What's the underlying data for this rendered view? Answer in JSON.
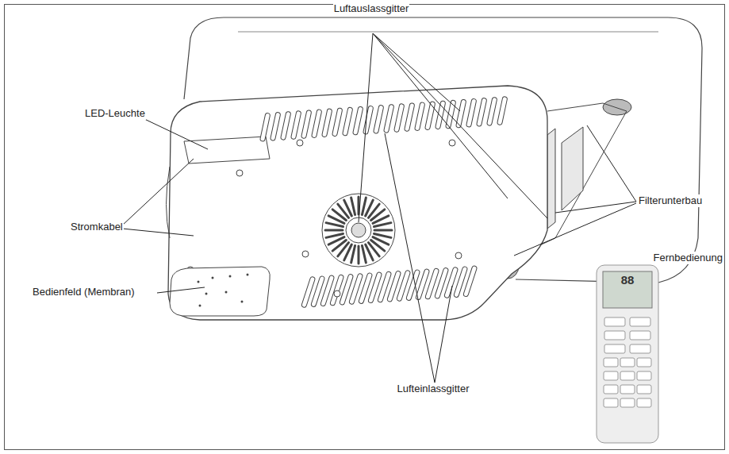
{
  "diagram": {
    "labels": [
      "Luftauslassgitter",
      "LED-Leuchte",
      "Filterunterbau",
      "Stromkabel",
      "Bedienfeld (Membran)",
      "Fernbedienung",
      "88",
      "Lufteinlassgitter"
    ]
  }
}
